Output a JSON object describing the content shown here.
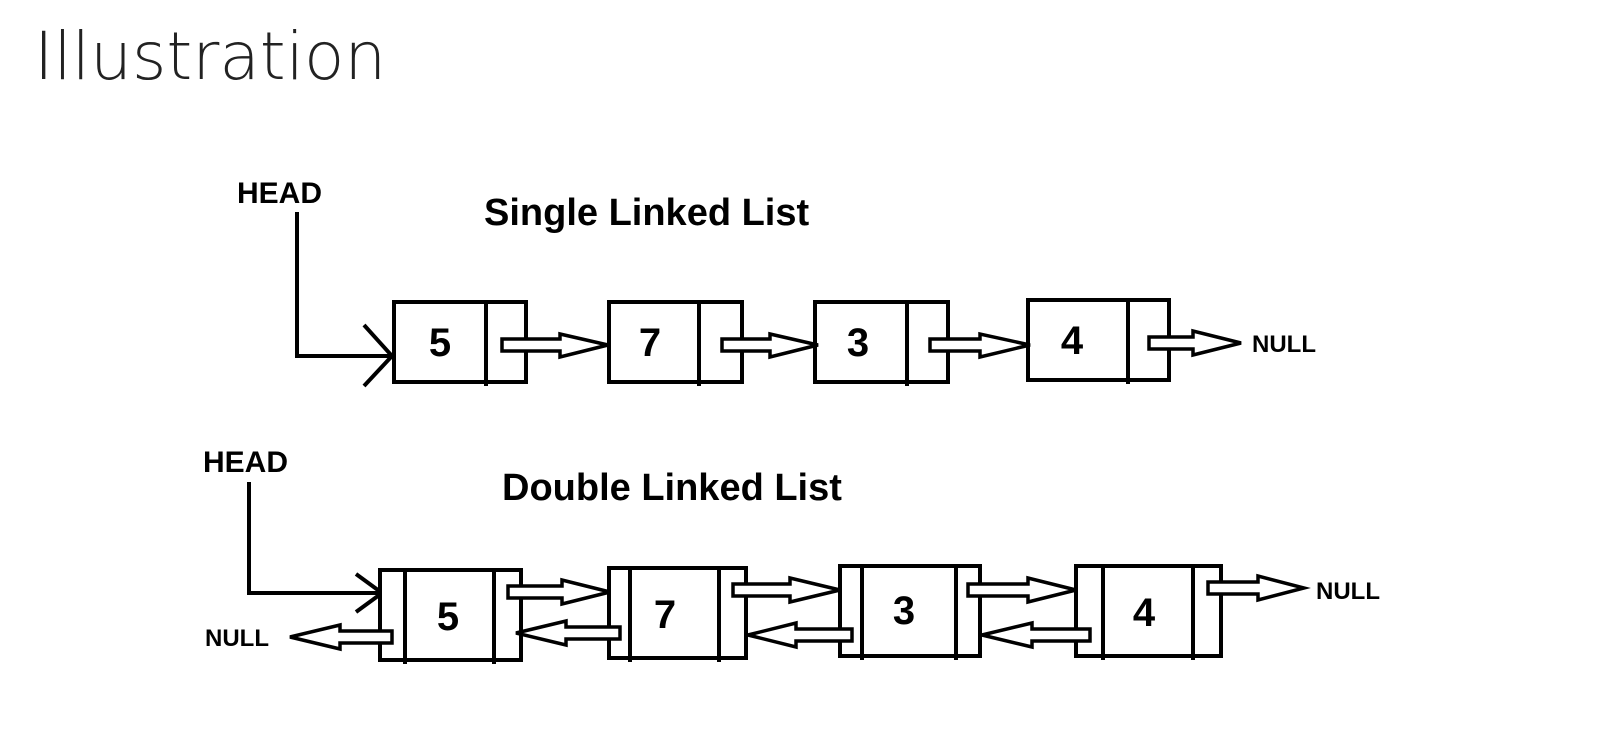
{
  "slide": {
    "title": "Illustration"
  },
  "single_list": {
    "title": "Single Linked List",
    "head_label": "HEAD",
    "null_label": "NULL",
    "nodes": [
      "5",
      "7",
      "3",
      "4"
    ]
  },
  "double_list": {
    "title": "Double Linked List",
    "head_label": "HEAD",
    "null_left_label": "NULL",
    "null_right_label": "NULL",
    "nodes": [
      "5",
      "7",
      "3",
      "4"
    ]
  }
}
